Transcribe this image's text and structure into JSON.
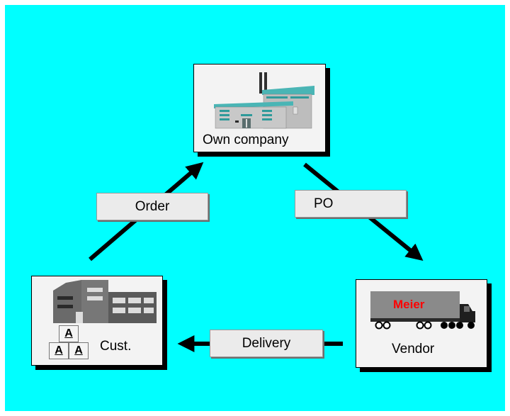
{
  "nodes": {
    "own_company": "Own company",
    "customer": "Cust.",
    "vendor": "Vendor"
  },
  "truck_brand": "Meier",
  "box_letter": "A",
  "edges": {
    "order": "Order",
    "po": "PO",
    "delivery": "Delivery"
  },
  "colors": {
    "background": "#00ffff",
    "brand_text": "#ff0000"
  }
}
